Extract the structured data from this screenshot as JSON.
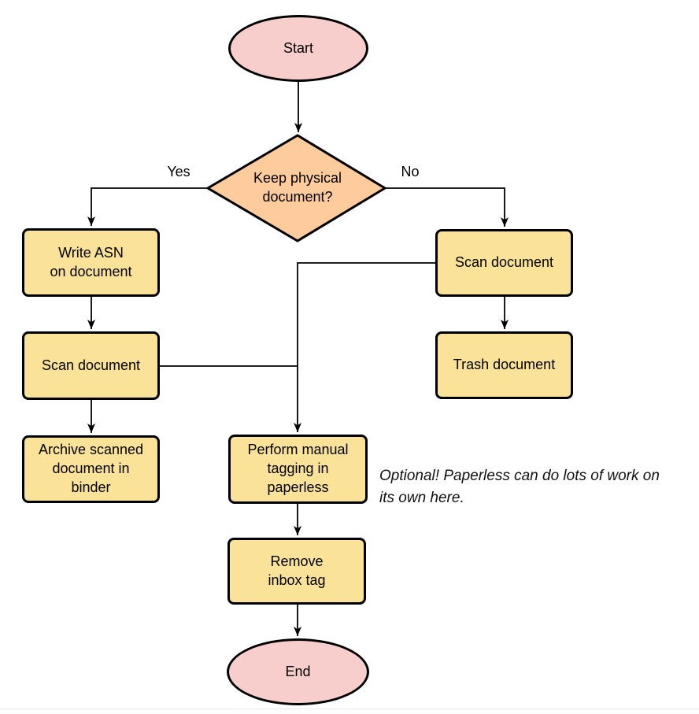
{
  "diagram": {
    "type": "flowchart",
    "nodes": {
      "start": {
        "label": "Start",
        "shape": "ellipse"
      },
      "decision": {
        "label": "Keep physical\ndocument?",
        "shape": "diamond"
      },
      "write_asn": {
        "label": "Write ASN\non document",
        "shape": "rect"
      },
      "scan_left": {
        "label": "Scan document",
        "shape": "rect"
      },
      "archive": {
        "label": "Archive scanned\ndocument in\nbinder",
        "shape": "rect"
      },
      "scan_right": {
        "label": "Scan document",
        "shape": "rect"
      },
      "trash": {
        "label": "Trash document",
        "shape": "rect"
      },
      "tagging": {
        "label": "Perform manual\ntagging in\npaperless",
        "shape": "rect"
      },
      "remove_inbox": {
        "label": "Remove\ninbox tag",
        "shape": "rect"
      },
      "end": {
        "label": "End",
        "shape": "ellipse"
      }
    },
    "edge_labels": {
      "yes": "Yes",
      "no": "No"
    },
    "annotation": {
      "line1": "Optional! Paperless can do lots of work on",
      "line2": "its own here.",
      "full_text": "Optional! Paperless can do lots of work on its own here."
    },
    "colors": {
      "terminal_fill": "#f8cecc",
      "decision_fill": "#fdcb9c",
      "process_fill": "#fae298",
      "stroke": "#000000"
    }
  }
}
